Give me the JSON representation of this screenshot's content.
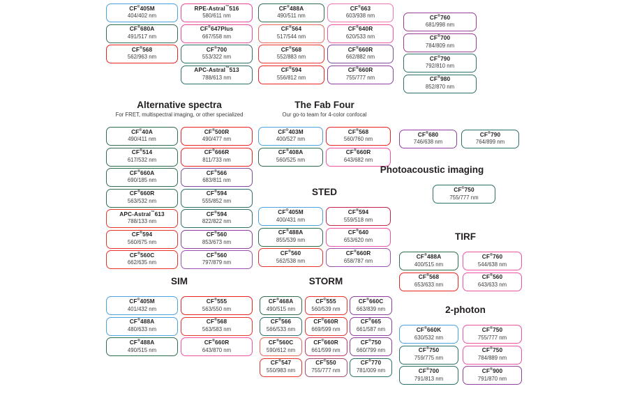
{
  "meta": {
    "page_background": "#ffffff",
    "palette": {
      "blue": "#4aa3dd",
      "green": "#2e7d4f",
      "teal": "#2c6f6b",
      "red": "#e8332a",
      "salmon": "#e8655a",
      "pink": "#e8469b",
      "magenta": "#d9308f",
      "purple": "#7d4a9e",
      "violet": "#9b4fb0",
      "plum": "#a0348f",
      "darkgreen": "#1f5c3a",
      "crimson": "#d62231"
    }
  },
  "groups": [
    {
      "id": "top-left",
      "heading": "",
      "subheading": "",
      "columns": [
        {
          "id": "top-left-c1",
          "chips": [
            {
              "name": "CF",
              "reg": "®",
              "suffix": "405M",
              "value": "404/402 nm",
              "color": "#4aa3dd"
            },
            {
              "name": "CF",
              "reg": "®",
              "suffix": "680A",
              "value": "491/517 nm",
              "color": "#2f6d4e"
            },
            {
              "name": "CF",
              "reg": "®",
              "suffix": "568",
              "value": "562/963 nm",
              "color": "#e8221f"
            }
          ]
        },
        {
          "id": "top-left-c2",
          "chips": [
            {
              "name": "RPE-Astral",
              "reg": "™",
              "suffix": "516",
              "value": "580/611 nm",
              "color": "#e8469b"
            },
            {
              "name": "CF",
              "reg": "®",
              "suffix": "647Plus",
              "value": "667/558 nm",
              "color": "#e8469b"
            },
            {
              "name": "CF",
              "reg": "®",
              "suffix": "700",
              "value": "553/322 nm",
              "color": "#2c6f6b"
            },
            {
              "name": "APC-Astral",
              "reg": "™",
              "suffix": "513",
              "value": "788/613 nm",
              "color": "#2c6f6b"
            }
          ]
        }
      ]
    },
    {
      "id": "top-mid",
      "heading": "",
      "subheading": "",
      "columns": [
        {
          "id": "top-mid-c1",
          "chips": [
            {
              "name": "CF",
              "reg": "®",
              "suffix": "488A",
              "value": "490/511 nm",
              "color": "#2f6d4e"
            },
            {
              "name": "CF",
              "reg": "®",
              "suffix": "564",
              "value": "517/544 nm",
              "color": "#e8655a"
            },
            {
              "name": "CF",
              "reg": "®",
              "suffix": "568",
              "value": "552/883 nm",
              "color": "#e8332a"
            },
            {
              "name": "CF",
              "reg": "®",
              "suffix": "594",
              "value": "556/812 nm",
              "color": "#e8221f"
            }
          ]
        },
        {
          "id": "top-mid-c2",
          "chips": [
            {
              "name": "CF",
              "reg": "®",
              "suffix": "663",
              "value": "603/938 nm",
              "color": "#ef74b0"
            },
            {
              "name": "CF",
              "reg": "®",
              "suffix": "640R",
              "value": "620/533 nm",
              "color": "#ee52a4"
            },
            {
              "name": "CF",
              "reg": "®",
              "suffix": "660R",
              "value": "662/882 nm",
              "color": "#7d4a9e"
            },
            {
              "name": "CF",
              "reg": "®",
              "suffix": "660R",
              "value": "755/777 nm",
              "color": "#8e3f9e"
            }
          ]
        }
      ]
    },
    {
      "id": "top-right",
      "heading": "",
      "subheading": "",
      "columns": [
        {
          "id": "top-right-c1",
          "chips": [
            {
              "name": "CF",
              "reg": "®",
              "suffix": "760",
              "value": "681/998 nm",
              "color": "#9b3c95"
            },
            {
              "name": "CF",
              "reg": "®",
              "suffix": "700",
              "value": "784/809 nm",
              "color": "#9b3c95"
            },
            {
              "name": "CF",
              "reg": "®",
              "suffix": "790",
              "value": "792/810 nm",
              "color": "#2c6f6b"
            },
            {
              "name": "CF",
              "reg": "®",
              "suffix": "980",
              "value": "852/870 nm",
              "color": "#2c6f6b"
            }
          ]
        }
      ]
    },
    {
      "id": "alternative-spectra",
      "heading": "Alternative spectra",
      "subheading": "For FRET, multispectral imaging, or other specialized",
      "columns": [
        {
          "id": "alt-c1",
          "chips": [
            {
              "name": "CF",
              "reg": "®",
              "suffix": "40A",
              "value": "490/411 nm",
              "color": "#2f6d4e"
            },
            {
              "name": "CF",
              "reg": "®",
              "suffix": "514",
              "value": "617/532 nm",
              "color": "#2f6d4e"
            },
            {
              "name": "CF",
              "reg": "®",
              "suffix": "660A",
              "value": "690/185 nm",
              "color": "#2f6d4e"
            },
            {
              "name": "CF",
              "reg": "®",
              "suffix": "660R",
              "value": "563/532 nm",
              "color": "#2f6d4e"
            },
            {
              "name": "APC-Astral",
              "reg": "™",
              "suffix": "613",
              "value": "788/133 nm",
              "color": "#e8332a"
            },
            {
              "name": "CF",
              "reg": "®",
              "suffix": "594",
              "value": "560/675 nm",
              "color": "#e8332a"
            },
            {
              "name": "CF",
              "reg": "®",
              "suffix": "560C",
              "value": "662/635 nm",
              "color": "#e8332a"
            }
          ]
        },
        {
          "id": "alt-c2",
          "chips": [
            {
              "name": "CF",
              "reg": "®",
              "suffix": "500R",
              "value": "490/477 nm",
              "color": "#e8221f"
            },
            {
              "name": "CF",
              "reg": "®",
              "suffix": "666R",
              "value": "811/733 nm",
              "color": "#e8221f"
            },
            {
              "name": "CF",
              "reg": "®",
              "suffix": "566",
              "value": "683/811 nm",
              "color": "#7d4a9e"
            },
            {
              "name": "CF",
              "reg": "®",
              "suffix": "594",
              "value": "555/852 nm",
              "color": "#2c6f6b"
            },
            {
              "name": "CF",
              "reg": "®",
              "suffix": "594",
              "value": "822/822 nm",
              "color": "#2c6f6b"
            },
            {
              "name": "CF",
              "reg": "®",
              "suffix": "560",
              "value": "853/673 nm",
              "color": "#8e3f9e"
            },
            {
              "name": "CF",
              "reg": "®",
              "suffix": "560",
              "value": "797/879 nm",
              "color": "#9b4fb0"
            }
          ]
        }
      ]
    },
    {
      "id": "fab-four",
      "heading": "The Fab Four",
      "subheading": "Our go-to team for 4-color confocal",
      "columns": [
        {
          "id": "fab-c1",
          "chips": [
            {
              "name": "CF",
              "reg": "®",
              "suffix": "403M",
              "value": "400/527 nm",
              "color": "#4aa3dd"
            },
            {
              "name": "CF",
              "reg": "®",
              "suffix": "408A",
              "value": "560/525 nm",
              "color": "#2f6d4e"
            }
          ]
        },
        {
          "id": "fab-c2",
          "chips": [
            {
              "name": "CF",
              "reg": "®",
              "suffix": "568",
              "value": "560/760 nm",
              "color": "#e8221f"
            },
            {
              "name": "CF",
              "reg": "®",
              "suffix": "660R",
              "value": "643/682 nm",
              "color": "#ee52a4"
            }
          ]
        }
      ]
    },
    {
      "id": "sted",
      "heading": "STED",
      "subheading": "",
      "columns": [
        {
          "id": "sted-c1",
          "chips": [
            {
              "name": "CF",
              "reg": "®",
              "suffix": "405M",
              "value": "400/431 nm",
              "color": "#4aa3dd"
            },
            {
              "name": "CF",
              "reg": "®",
              "suffix": "488A",
              "value": "855/539 nm",
              "color": "#2f6d4e"
            },
            {
              "name": "CF",
              "reg": "®",
              "suffix": "560",
              "value": "562/538 nm",
              "color": "#e8332a"
            }
          ]
        },
        {
          "id": "sted-c2",
          "chips": [
            {
              "name": "CF",
              "reg": "®",
              "suffix": "594",
              "value": "559/518 nm",
              "color": "#c9224a"
            },
            {
              "name": "CF",
              "reg": "®",
              "suffix": "640",
              "value": "653/620 nm",
              "color": "#ee52a4"
            },
            {
              "name": "CF",
              "reg": "®",
              "suffix": "660R",
              "value": "658/787 nm",
              "color": "#9b4fb0"
            }
          ]
        }
      ]
    },
    {
      "id": "sim",
      "heading": "SIM",
      "subheading": "",
      "columns": [
        {
          "id": "sim-c1",
          "chips": [
            {
              "name": "CF",
              "reg": "®",
              "suffix": "405M",
              "value": "401/432 nm",
              "color": "#4aa3dd"
            },
            {
              "name": "CF",
              "reg": "®",
              "suffix": "488A",
              "value": "480/633 nm",
              "color": "#4aa3dd"
            },
            {
              "name": "CF",
              "reg": "®",
              "suffix": "488A",
              "value": "490/515 nm",
              "color": "#2f6d4e"
            }
          ]
        },
        {
          "id": "sim-c2",
          "chips": [
            {
              "name": "CF",
              "reg": "®",
              "suffix": "555",
              "value": "563/550 nm",
              "color": "#e8221f"
            },
            {
              "name": "CF",
              "reg": "®",
              "suffix": "568",
              "value": "563/583 nm",
              "color": "#e8332a"
            },
            {
              "name": "CF",
              "reg": "®",
              "suffix": "660R",
              "value": "643/870 nm",
              "color": "#ee52a4"
            }
          ]
        }
      ]
    },
    {
      "id": "storm",
      "heading": "STORM",
      "subheading": "",
      "columns": [
        {
          "id": "storm-c1",
          "chips": [
            {
              "name": "CF",
              "reg": "®",
              "suffix": "468A",
              "value": "490/515 nm",
              "color": "#2f6d4e"
            },
            {
              "name": "CF",
              "reg": "®",
              "suffix": "566",
              "value": "566/533 nm",
              "color": "#2c6f6b"
            },
            {
              "name": "CF",
              "reg": "®",
              "suffix": "560C",
              "value": "590/612 nm",
              "color": "#e8655a"
            },
            {
              "name": "CF",
              "reg": "®",
              "suffix": "547",
              "value": "550/983 nm",
              "color": "#e8332a"
            }
          ]
        },
        {
          "id": "storm-c2",
          "chips": [
            {
              "name": "CF",
              "reg": "®",
              "suffix": "555",
              "value": "560/539 nm",
              "color": "#e8332a"
            },
            {
              "name": "CF",
              "reg": "®",
              "suffix": "660R",
              "value": "669/599 nm",
              "color": "#e8332a"
            },
            {
              "name": "CF",
              "reg": "®",
              "suffix": "660R",
              "value": "661/599 nm",
              "color": "#c9355e"
            },
            {
              "name": "CF",
              "reg": "®",
              "suffix": "550",
              "value": "755/777 nm",
              "color": "#a34a6e"
            }
          ]
        },
        {
          "id": "storm-c3",
          "chips": [
            {
              "name": "CF",
              "reg": "®",
              "suffix": "660C",
              "value": "663/839 nm",
              "color": "#8e3f9e"
            },
            {
              "name": "CF",
              "reg": "®",
              "suffix": "665",
              "value": "661/587 nm",
              "color": "#8e3f9e"
            },
            {
              "name": "CF",
              "reg": "®",
              "suffix": "750",
              "value": "660/799 nm",
              "color": "#8e3f9e"
            },
            {
              "name": "CF",
              "reg": "®",
              "suffix": "770",
              "value": "781/009 nm",
              "color": "#2c6f6b"
            }
          ]
        }
      ]
    },
    {
      "id": "nir-pair",
      "heading": "",
      "subheading": "",
      "columns": [
        {
          "id": "nir-c1",
          "chips": [
            {
              "name": "CF",
              "reg": "®",
              "suffix": "680",
              "value": "746/638 nm",
              "color": "#8e3f9e"
            }
          ]
        },
        {
          "id": "nir-c2",
          "chips": [
            {
              "name": "CF",
              "reg": "®",
              "suffix": "790",
              "value": "764/899 nm",
              "color": "#2c6f6b"
            }
          ]
        }
      ]
    },
    {
      "id": "photoacoustic",
      "heading": "Photoacoustic imaging",
      "subheading": "",
      "columns": [
        {
          "id": "pa-c1",
          "chips": [
            {
              "name": "CF",
              "reg": "®",
              "suffix": "750",
              "value": "755/777 nm",
              "color": "#2c6f6b"
            }
          ]
        }
      ]
    },
    {
      "id": "tirf",
      "heading": "TIRF",
      "subheading": "",
      "columns": [
        {
          "id": "tirf-c1",
          "chips": [
            {
              "name": "CF",
              "reg": "®",
              "suffix": "488A",
              "value": "400/515 nm",
              "color": "#2f6d4e"
            },
            {
              "name": "CF",
              "reg": "®",
              "suffix": "568",
              "value": "653/633 nm",
              "color": "#e8221f"
            }
          ]
        },
        {
          "id": "tirf-c2",
          "chips": [
            {
              "name": "CF",
              "reg": "®",
              "suffix": "760",
              "value": "544/638 nm",
              "color": "#ee52a4"
            },
            {
              "name": "CF",
              "reg": "®",
              "suffix": "560",
              "value": "643/633 nm",
              "color": "#ee52a4"
            }
          ]
        }
      ]
    },
    {
      "id": "two-photon",
      "heading": "2-photon",
      "subheading": "",
      "columns": [
        {
          "id": "tp-c1",
          "chips": [
            {
              "name": "CF",
              "reg": "®",
              "suffix": "660K",
              "value": "630/532 nm",
              "color": "#4aa3dd"
            },
            {
              "name": "CF",
              "reg": "®",
              "suffix": "750",
              "value": "759/775 nm",
              "color": "#2c6f6b"
            },
            {
              "name": "CF",
              "reg": "®",
              "suffix": "700",
              "value": "791/813 nm",
              "color": "#2c6f6b"
            }
          ]
        },
        {
          "id": "tp-c2",
          "chips": [
            {
              "name": "CF",
              "reg": "®",
              "suffix": "750",
              "value": "755/777 nm",
              "color": "#ee52a4"
            },
            {
              "name": "CF",
              "reg": "®",
              "suffix": "750",
              "value": "784/889 nm",
              "color": "#ee52a4"
            },
            {
              "name": "CF",
              "reg": "®",
              "suffix": "900",
              "value": "791/870 nm",
              "color": "#8e3f9e"
            }
          ]
        }
      ]
    }
  ]
}
